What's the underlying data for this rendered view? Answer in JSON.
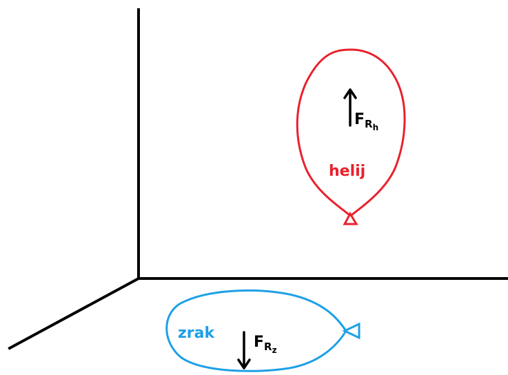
{
  "balloons": {
    "helium": {
      "label": "helij",
      "force_main": "F",
      "force_sub": "R",
      "force_subsub": "h",
      "color": "#e8212b"
    },
    "air": {
      "label": "zrak",
      "force_main": "F",
      "force_sub": "R",
      "force_subsub": "z",
      "color": "#1ea0e6"
    }
  },
  "colors": {
    "room_lines": "#000000",
    "arrows": "#000000"
  }
}
